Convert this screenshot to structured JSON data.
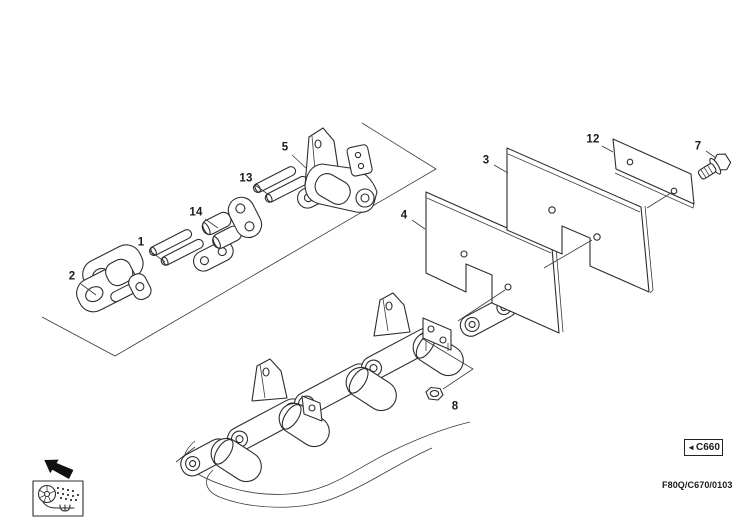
{
  "page": {
    "background": "#ffffff",
    "ink_color": "#2d2d2d",
    "description": "Exploded parts diagram of a track chain with links, pins and track pad plates"
  },
  "diagram": {
    "callouts": [
      {
        "label": "2"
      },
      {
        "label": "1"
      },
      {
        "label": "14"
      },
      {
        "label": "13"
      },
      {
        "label": "5"
      },
      {
        "label": "3"
      },
      {
        "label": "4"
      },
      {
        "label": "12"
      },
      {
        "label": "7"
      },
      {
        "label": "8"
      }
    ]
  },
  "footer": {
    "section_ref_arrow": "◄",
    "section_ref_code": "C660",
    "doc_code": "F80Q/C670/0103"
  },
  "legend": {
    "icon": "track-undercarriage-icon",
    "nav_arrow_icon": "prev-section-arrow-icon"
  }
}
